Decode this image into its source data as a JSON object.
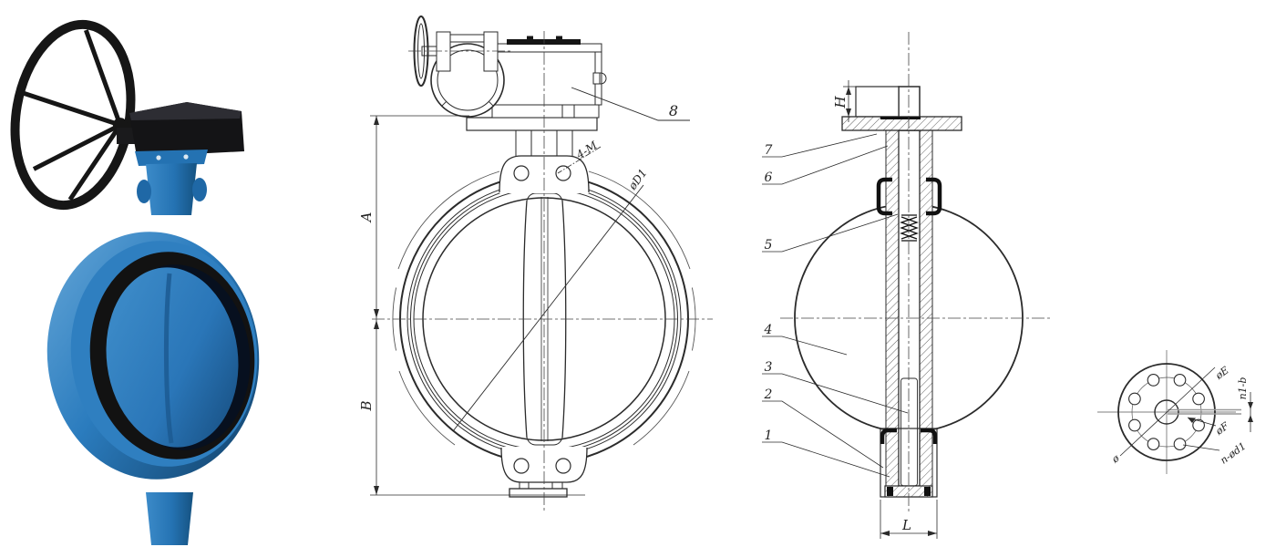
{
  "drawing": {
    "front_view": {
      "dim_a": "A",
      "dim_b": "B",
      "lug_holes_label": "4-M",
      "seat_diameter_label": "øD1",
      "gearbox_callout": "8"
    },
    "section_view": {
      "dim_h": "H",
      "dim_l": "L",
      "callouts": [
        "7",
        "6",
        "5",
        "4",
        "3",
        "2",
        "1"
      ]
    },
    "flange_view": {
      "bolt_circle_label": "øE",
      "thickness_label": "n1-b",
      "pilot_label": "øF",
      "bolt_holes_label": "n-ød1",
      "shaft_label": "ø"
    },
    "colors": {
      "line": "#2b2b2b",
      "body_blue": "#2f7fc0",
      "seat_black": "#121212",
      "gear_black": "#141416"
    }
  }
}
